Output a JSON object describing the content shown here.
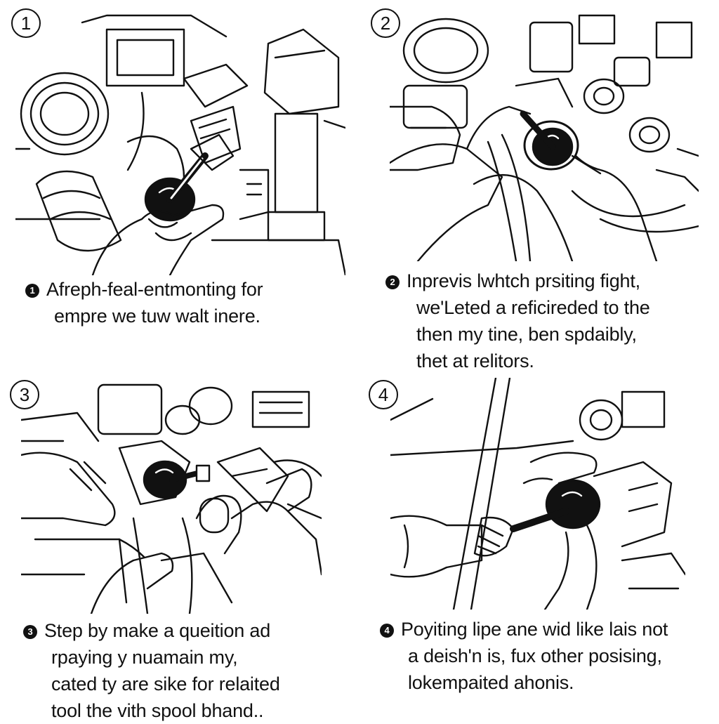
{
  "panels": [
    {
      "step": "1",
      "bullet": "1",
      "lines": [
        "Afreph-feal-entmonting for",
        "empre we tuw walt inere."
      ]
    },
    {
      "step": "2",
      "bullet": "2",
      "lines": [
        "Inprevis lwhtch prsiting fight,",
        "we'Leted a reficireded to the",
        "then my tine, ben spdaibly,",
        "thet at relitors."
      ]
    },
    {
      "step": "3",
      "bullet": "3",
      "lines": [
        "Step by make a queition ad",
        "rpaying y nuamain my,",
        "cated ty are sike for relaited",
        "tool the vith spool bhand.."
      ]
    },
    {
      "step": "4",
      "bullet": "4",
      "lines": [
        "Poyiting lipe ane wid like lais not",
        "a deish'n is, fux other posising,",
        "lokempaited ahonis."
      ]
    }
  ]
}
